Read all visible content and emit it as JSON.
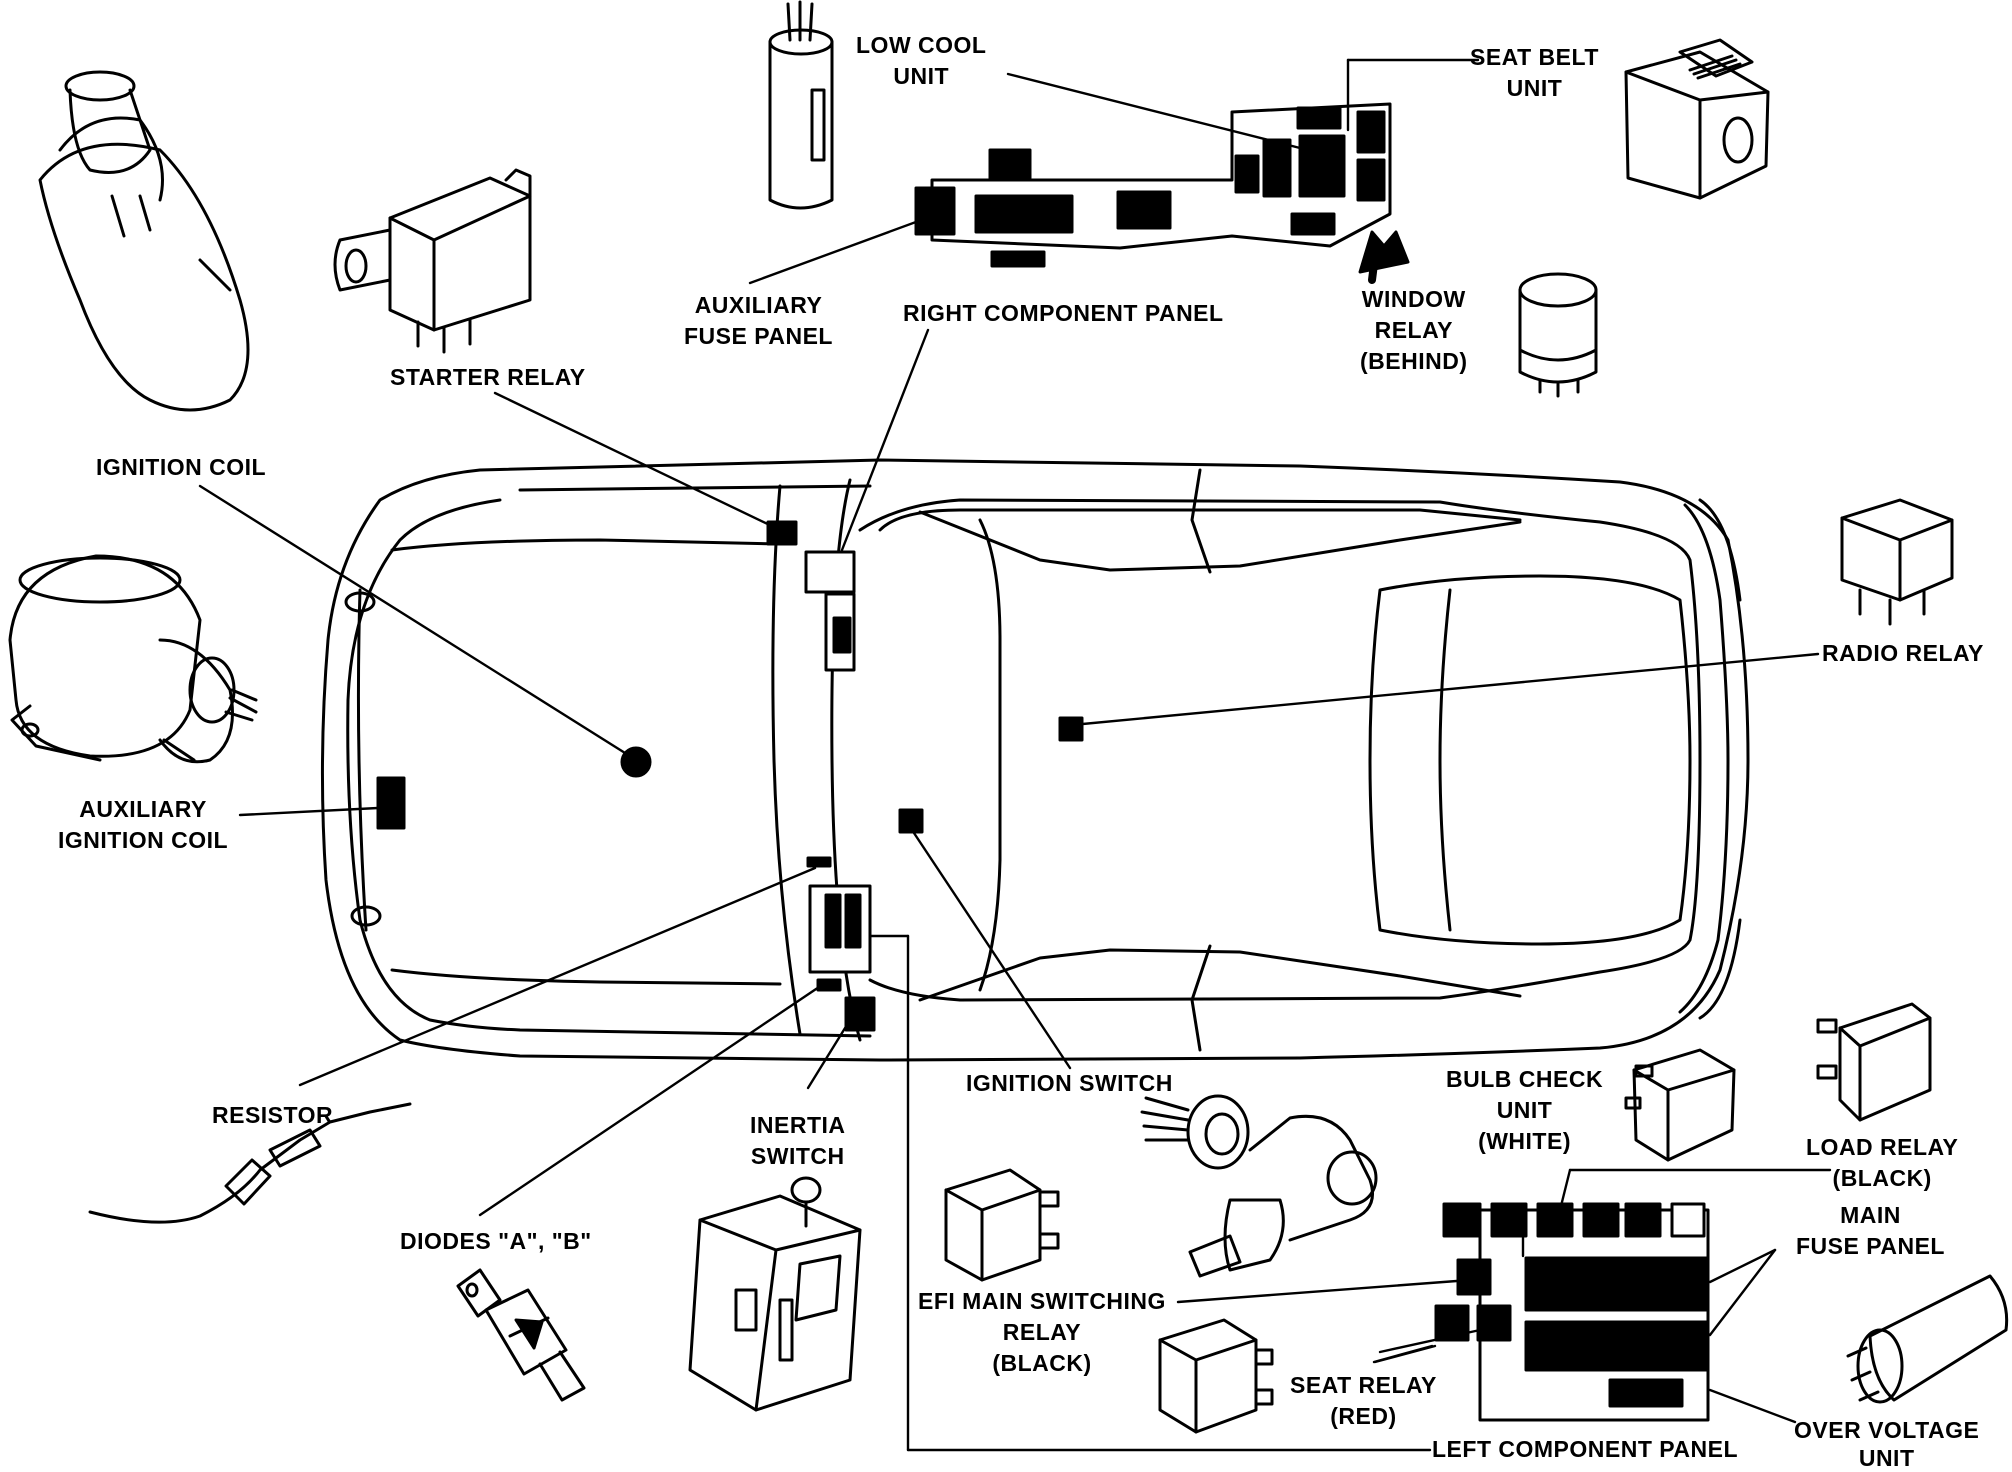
{
  "diagram": {
    "labels": {
      "low_cool_unit": "LOW COOL\nUNIT",
      "seat_belt_unit": "SEAT BELT\nUNIT",
      "auxiliary_fuse_panel": "AUXILIARY\nFUSE PANEL",
      "right_component_panel": "RIGHT COMPONENT PANEL",
      "window_relay": "WINDOW\nRELAY\n(BEHIND)",
      "starter_relay": "STARTER RELAY",
      "ignition_coil": "IGNITION COIL",
      "radio_relay": "RADIO RELAY",
      "auxiliary_ignition_coil": "AUXILIARY\nIGNITION COIL",
      "ignition_switch": "IGNITION SWITCH",
      "bulb_check_unit": "BULB CHECK\nUNIT\n(WHITE)",
      "load_relay": "LOAD RELAY\n(BLACK)",
      "main_fuse_panel": "MAIN\nFUSE PANEL",
      "resistor": "RESISTOR",
      "inertia_switch": "INERTIA\nSWITCH",
      "diodes": "DIODES \"A\", \"B\"",
      "efi_main_switching_relay": "EFI MAIN SWITCHING\nRELAY\n(BLACK)",
      "seat_relay": "SEAT RELAY\n(RED)",
      "left_component_panel": "LEFT COMPONENT PANEL",
      "over_voltage_unit": "OVER VOLTAGE\nUNIT"
    }
  }
}
